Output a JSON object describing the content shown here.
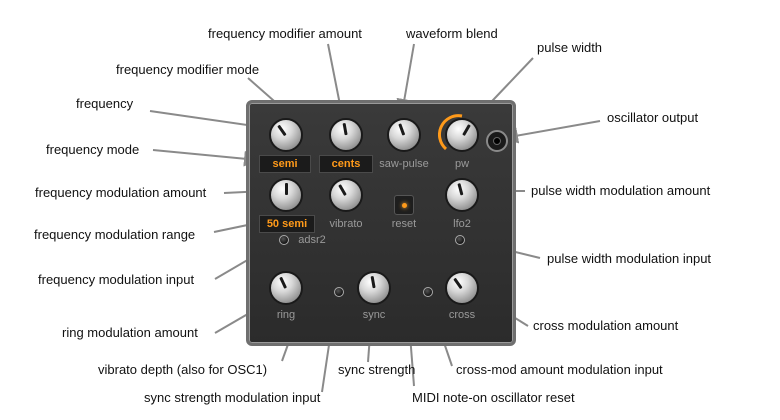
{
  "callouts": {
    "frequency_modifier_amount": "frequency modifier amount",
    "waveform_blend": "waveform blend",
    "pulse_width": "pulse width",
    "frequency_modifier_mode": "frequency modifier mode",
    "frequency": "frequency",
    "oscillator_output": "oscillator output",
    "frequency_mode": "frequency mode",
    "frequency_modulation_amount": "frequency modulation amount",
    "pulse_width_modulation_amount": "pulse width modulation amount",
    "frequency_modulation_range": "frequency modulation range",
    "pulse_width_modulation_input": "pulse width modulation input",
    "frequency_modulation_input": "frequency modulation input",
    "ring_modulation_amount": "ring modulation amount",
    "cross_modulation_amount": "cross modulation amount",
    "vibrato_depth": "vibrato depth (also for OSC1)",
    "sync_strength": "sync strength",
    "cross_mod_amount_modulation_input": "cross-mod amount modulation input",
    "sync_strength_modulation_input": "sync strength modulation input",
    "midi_note_on_reset": "MIDI note-on oscillator reset"
  },
  "panel": {
    "frequency_mode_value": "semi",
    "modifier_mode_value": "cents",
    "blend_label": "saw-pulse",
    "pw_label": "pw",
    "range_value": "50 semi",
    "vibrato_label": "vibrato",
    "reset_label": "reset",
    "lfo_label": "lfo2",
    "adsr_label": "adsr2",
    "ring_label": "ring",
    "sync_label": "sync",
    "cross_label": "cross"
  },
  "colors": {
    "accent": "#ff9a1a",
    "panel": "#2e2e2e",
    "arrow": "#8a8a8a"
  }
}
